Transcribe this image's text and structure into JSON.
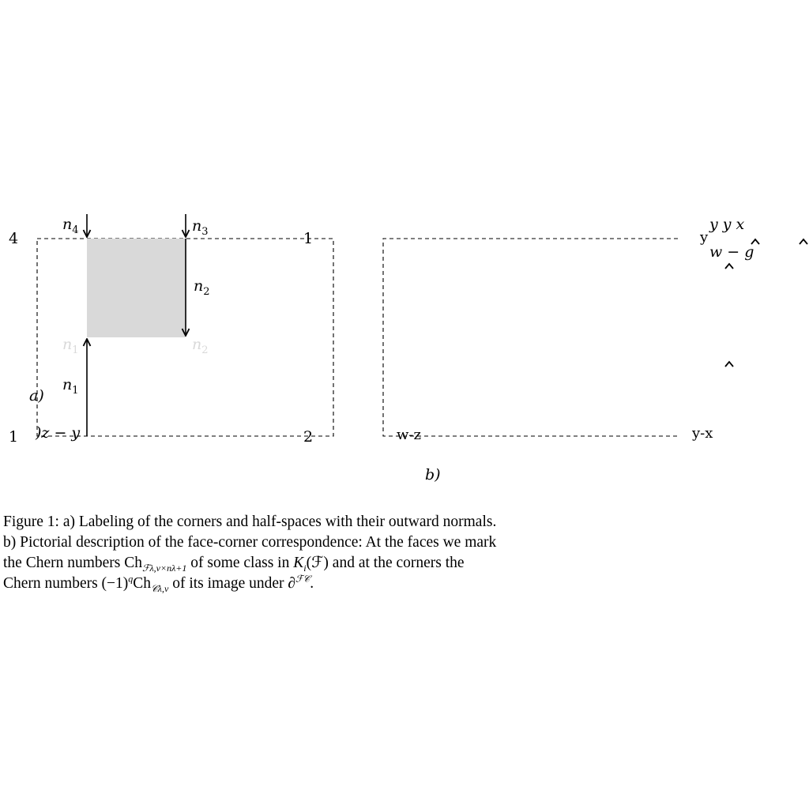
{
  "panel_a": {
    "corners": [
      "1",
      "2",
      "1",
      "4"
    ],
    "normals": {
      "n1": "n",
      "n1_sub": "1",
      "n2": "n",
      "n2_sub": "2",
      "n3": "n",
      "n3_sub": "3",
      "n4": "n",
      "n4_sub": "4"
    },
    "faded_normals": {
      "n1": "n",
      "n1_sub": "1",
      "n2": "n",
      "n2_sub": "2"
    },
    "label": "a)",
    "bottom_label": ")z − y"
  },
  "panel_b": {
    "label": "b)",
    "corner_labels": {
      "bottom_left": "w-z",
      "bottom_right": "y-x",
      "top_right_y": "y"
    },
    "top_right_math": {
      "line1": "y y x",
      "line2": "w − g"
    }
  },
  "caption": {
    "line1": "Figure 1: a) Labeling of the corners and half-spaces with their outward normals.",
    "line2": "b) Pictorial description of the face-corner correspondence: At the faces we mark",
    "line3_pre": "the Chern numbers Ch",
    "line3_sub": "ℱλ,v×nλ+1",
    "line3_mid": " of some class in ",
    "line3_math": "K",
    "line3_math_sub": "i",
    "line3_math_post": "(ℱ)",
    "line3_post": " and at the corners the",
    "line4_pre": "Chern numbers (−1)",
    "line4_sup": "q",
    "line4_ch": "Ch",
    "line4_sub": "𝒞λ,v",
    "line4_mid": " of its image under ∂",
    "line4_sup2": "ℱ𝒞",
    "line4_end": "."
  }
}
